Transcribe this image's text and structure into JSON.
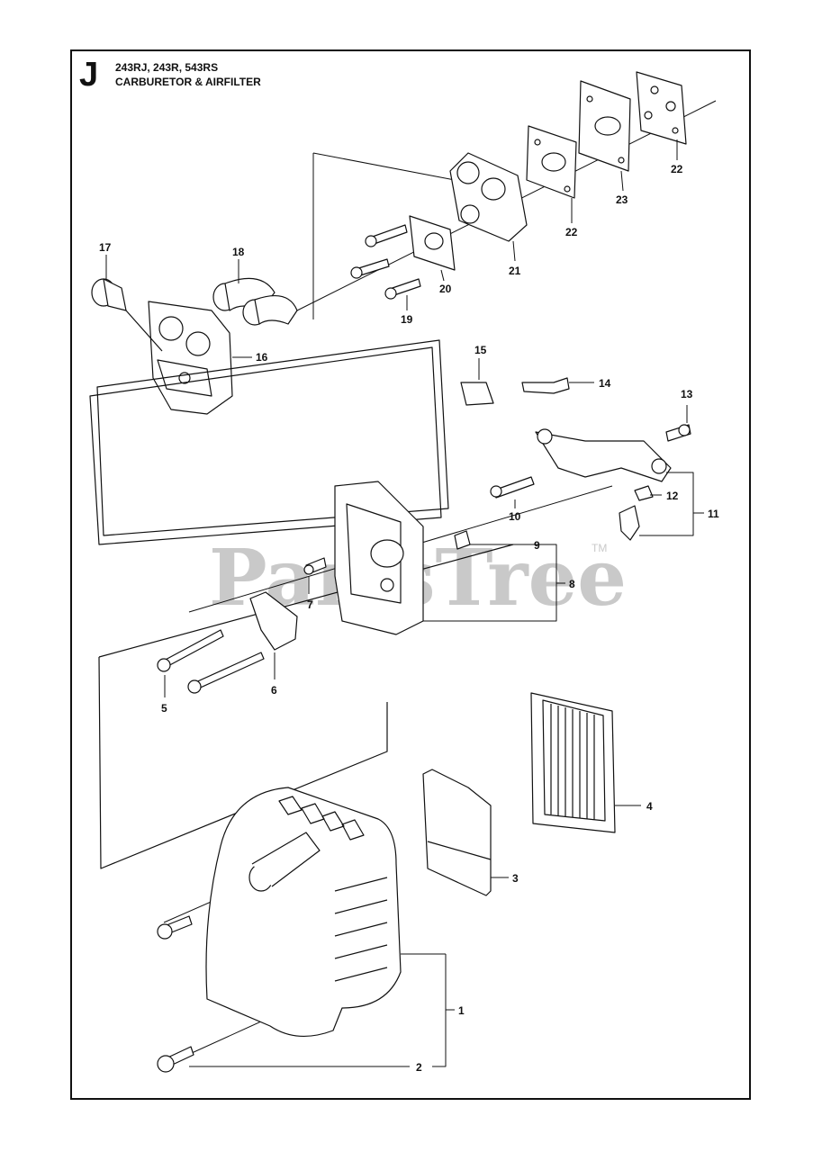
{
  "header": {
    "section": "J",
    "models": "243RJ, 243R, 543RS",
    "title": "CARBURETOR & AIRFILTER"
  },
  "watermark": {
    "text": "PartsTree",
    "tm": "TM"
  },
  "callouts": {
    "c1": "1",
    "c2": "2",
    "c3": "3",
    "c4": "4",
    "c5": "5",
    "c6": "6",
    "c7": "7",
    "c8": "8",
    "c9": "9",
    "c10": "10",
    "c11": "11",
    "c12": "12",
    "c13": "13",
    "c14": "14",
    "c15": "15",
    "c16": "16",
    "c17": "17",
    "c18": "18",
    "c19": "19",
    "c20": "20",
    "c21": "21",
    "c22a": "22",
    "c22b": "22",
    "c23": "23"
  },
  "colors": {
    "line": "#111111",
    "watermark": "#c9c9c9",
    "part_fill": "#ffffff"
  }
}
